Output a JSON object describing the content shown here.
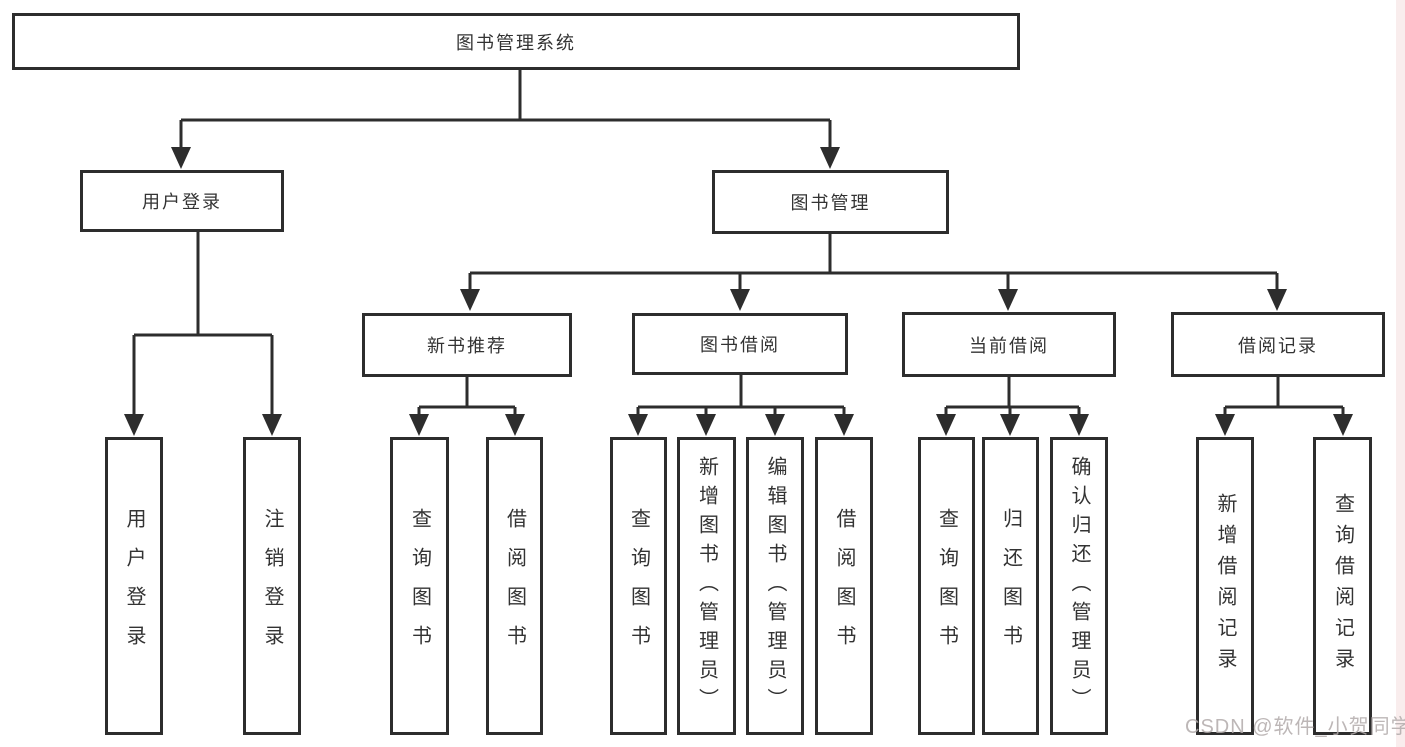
{
  "diagram": {
    "type": "functional-structure-tree",
    "watermark": "CSDN @软件_小贺同学",
    "colors": {
      "line": "#2d2d2d",
      "text": "#333333",
      "background": "#ffffff",
      "watermark": "#b2aaaa",
      "right_edge_strip": "#f9eded"
    },
    "tree": {
      "label": "图书管理系统",
      "children": [
        {
          "label": "用户登录",
          "children": [
            {
              "label": "用户登录"
            },
            {
              "label": "注销登录"
            }
          ]
        },
        {
          "label": "图书管理",
          "children": [
            {
              "label": "新书推荐",
              "children": [
                {
                  "label": "查询图书"
                },
                {
                  "label": "借阅图书"
                }
              ]
            },
            {
              "label": "图书借阅",
              "children": [
                {
                  "label": "查询图书"
                },
                {
                  "label": "新增图书（管理员）"
                },
                {
                  "label": "编辑图书（管理员）"
                },
                {
                  "label": "借阅图书"
                }
              ]
            },
            {
              "label": "当前借阅",
              "children": [
                {
                  "label": "查询图书"
                },
                {
                  "label": "归还图书"
                },
                {
                  "label": "确认归还（管理员）"
                }
              ]
            },
            {
              "label": "借阅记录",
              "children": [
                {
                  "label": "新增借阅记录"
                },
                {
                  "label": "查询借阅记录"
                }
              ]
            }
          ]
        }
      ]
    }
  }
}
